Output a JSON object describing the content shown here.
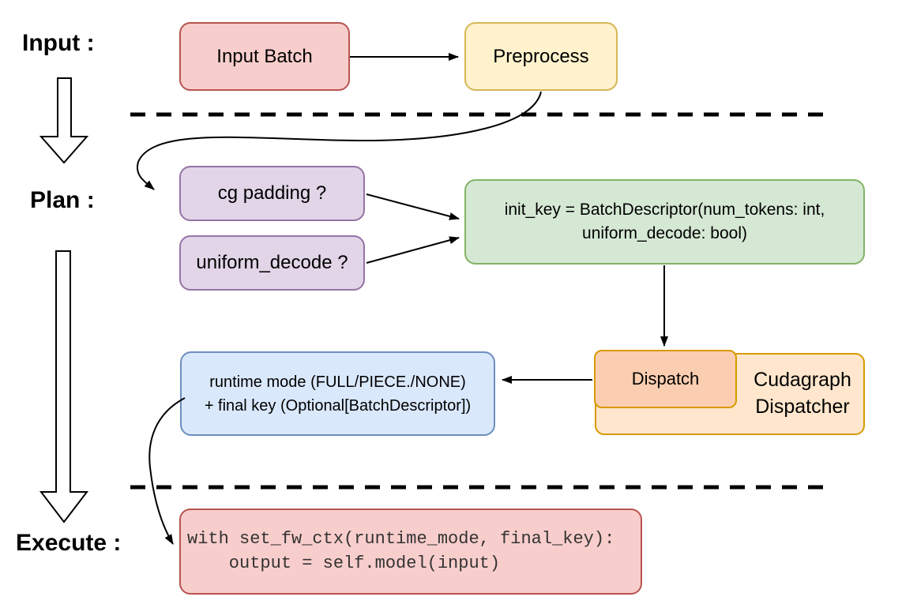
{
  "diagram": {
    "stage_labels": {
      "input": "Input :",
      "plan": "Plan :",
      "execute": "Execute :"
    },
    "nodes": {
      "input_batch": {
        "label": "Input Batch"
      },
      "preprocess": {
        "label": "Preprocess"
      },
      "cg_padding": {
        "label": "cg padding ?"
      },
      "uniform_decode": {
        "label": "uniform_decode ?"
      },
      "init_key": {
        "line1": "init_key = BatchDescriptor(num_tokens: int,",
        "line2": "uniform_decode: bool)"
      },
      "runtime_mode": {
        "line1": "runtime mode (FULL/PIECE./NONE)",
        "line2": "+ final key (Optional[BatchDescriptor])"
      },
      "dispatch": {
        "label": "Dispatch"
      },
      "cudagraph_dispatcher": {
        "label": "Cudagraph Dispatcher"
      },
      "execute_code": {
        "line1": "with set_fw_ctx(runtime_mode, final_key):",
        "line2": "    output = self.model(input)"
      }
    },
    "palette": {
      "red_fill": "#f8cecc",
      "red_border": "#b85450",
      "yellow_fill": "#fff2cc",
      "yellow_border": "#d6b656",
      "purple_fill": "#e1d5e7",
      "purple_border": "#9673a6",
      "green_fill": "#d5e8d4",
      "green_border": "#82b366",
      "blue_fill": "#dae8fc",
      "blue_border": "#6c8ebf",
      "orange_fill": "#ffe6cc",
      "orange_border": "#d79b00",
      "salmon_fill": "#fbceb1",
      "connector_color": "#000000",
      "code_text_color": "#333333"
    }
  }
}
